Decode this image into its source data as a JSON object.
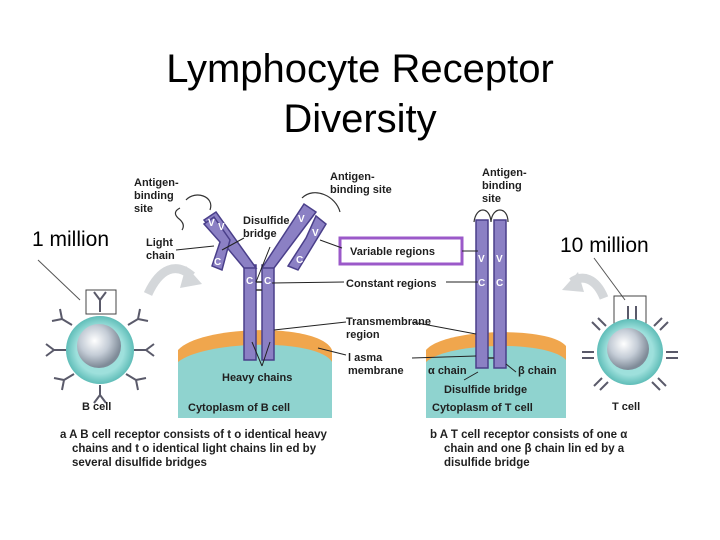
{
  "slide": {
    "title_line1": "Lymphocyte Receptor",
    "title_line2": "Diversity",
    "b_count": "1 million",
    "t_count": "10 million"
  },
  "diagram": {
    "left_antigen_site": [
      "Antigen-",
      "binding",
      "site"
    ],
    "top_antigen_site": [
      "Antigen-",
      "binding site"
    ],
    "right_antigen_site": [
      "Antigen-",
      "binding",
      "site"
    ],
    "light_chain": [
      "Light",
      "chain"
    ],
    "disulfide_bridge_top": [
      "Disulfide",
      "bridge"
    ],
    "variable_regions": "Variable regions",
    "constant_regions": "Constant regions",
    "transmembrane_region": [
      "Transmembrane",
      "region"
    ],
    "plasma_membrane": [
      "l asma",
      "membrane"
    ],
    "heavy_chains": "Heavy chains",
    "cytoplasm_b": "Cytoplasm of B cell",
    "alpha_chain": "α chain",
    "beta_chain": "β chain",
    "disulfide_bridge_t": "Disulfide bridge",
    "cytoplasm_t": "Cytoplasm of T cell",
    "b_cell": "B cell",
    "t_cell": "T cell",
    "v": "V",
    "c": "C"
  },
  "captions": {
    "a": [
      "a  A B cell receptor consists of t   o identical heavy",
      "chains and t   o identical light chains lin ed  by",
      "several disulfide bridges"
    ],
    "b": [
      "b  A T cell receptor consists of one α",
      "chain and one β chain lin ed  by a",
      "disulfide bridge"
    ]
  },
  "colors": {
    "chain_fill": "#8b80c4",
    "chain_stroke": "#4a3f8a",
    "membrane": "#f0a64d",
    "cytoplasm": "#8fd3cf",
    "variable_box": "#9b59c9",
    "cell_body": "#b9c7d2",
    "arrow": "#d4d7da"
  }
}
